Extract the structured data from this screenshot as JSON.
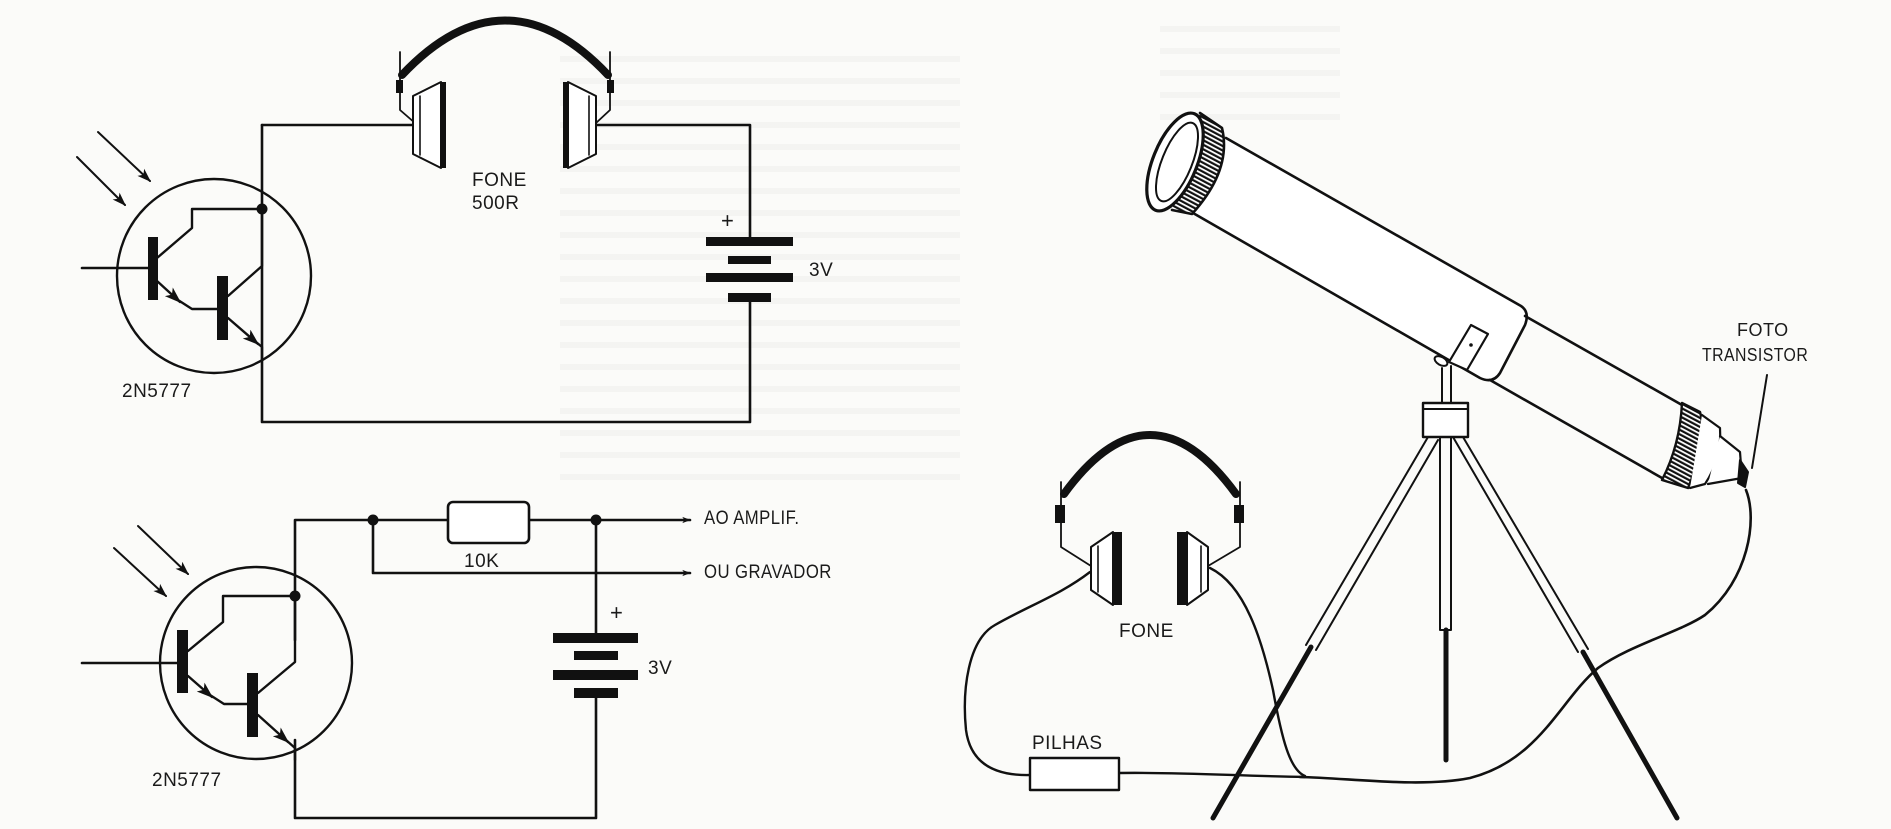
{
  "diagram": {
    "circuit_1": {
      "transistor_label": "2N5777",
      "headphone_label_line1": "FONE",
      "headphone_label_line2": "500R",
      "battery_plus": "+",
      "battery_label": "3V"
    },
    "circuit_2": {
      "transistor_label": "2N5777",
      "resistor_label": "10K",
      "output_1": "AO AMPLIF.",
      "output_2": "OU GRAVADOR",
      "battery_plus": "+",
      "battery_label": "3V"
    },
    "telescope_setup": {
      "phototransistor_label_line1": "FOTO",
      "phototransistor_label_line2": "TRANSISTOR",
      "headphone_label": "FONE",
      "battery_pack_label": "PILHAS"
    }
  },
  "colors": {
    "ink": "#111111",
    "paper": "#fbfbf9"
  }
}
